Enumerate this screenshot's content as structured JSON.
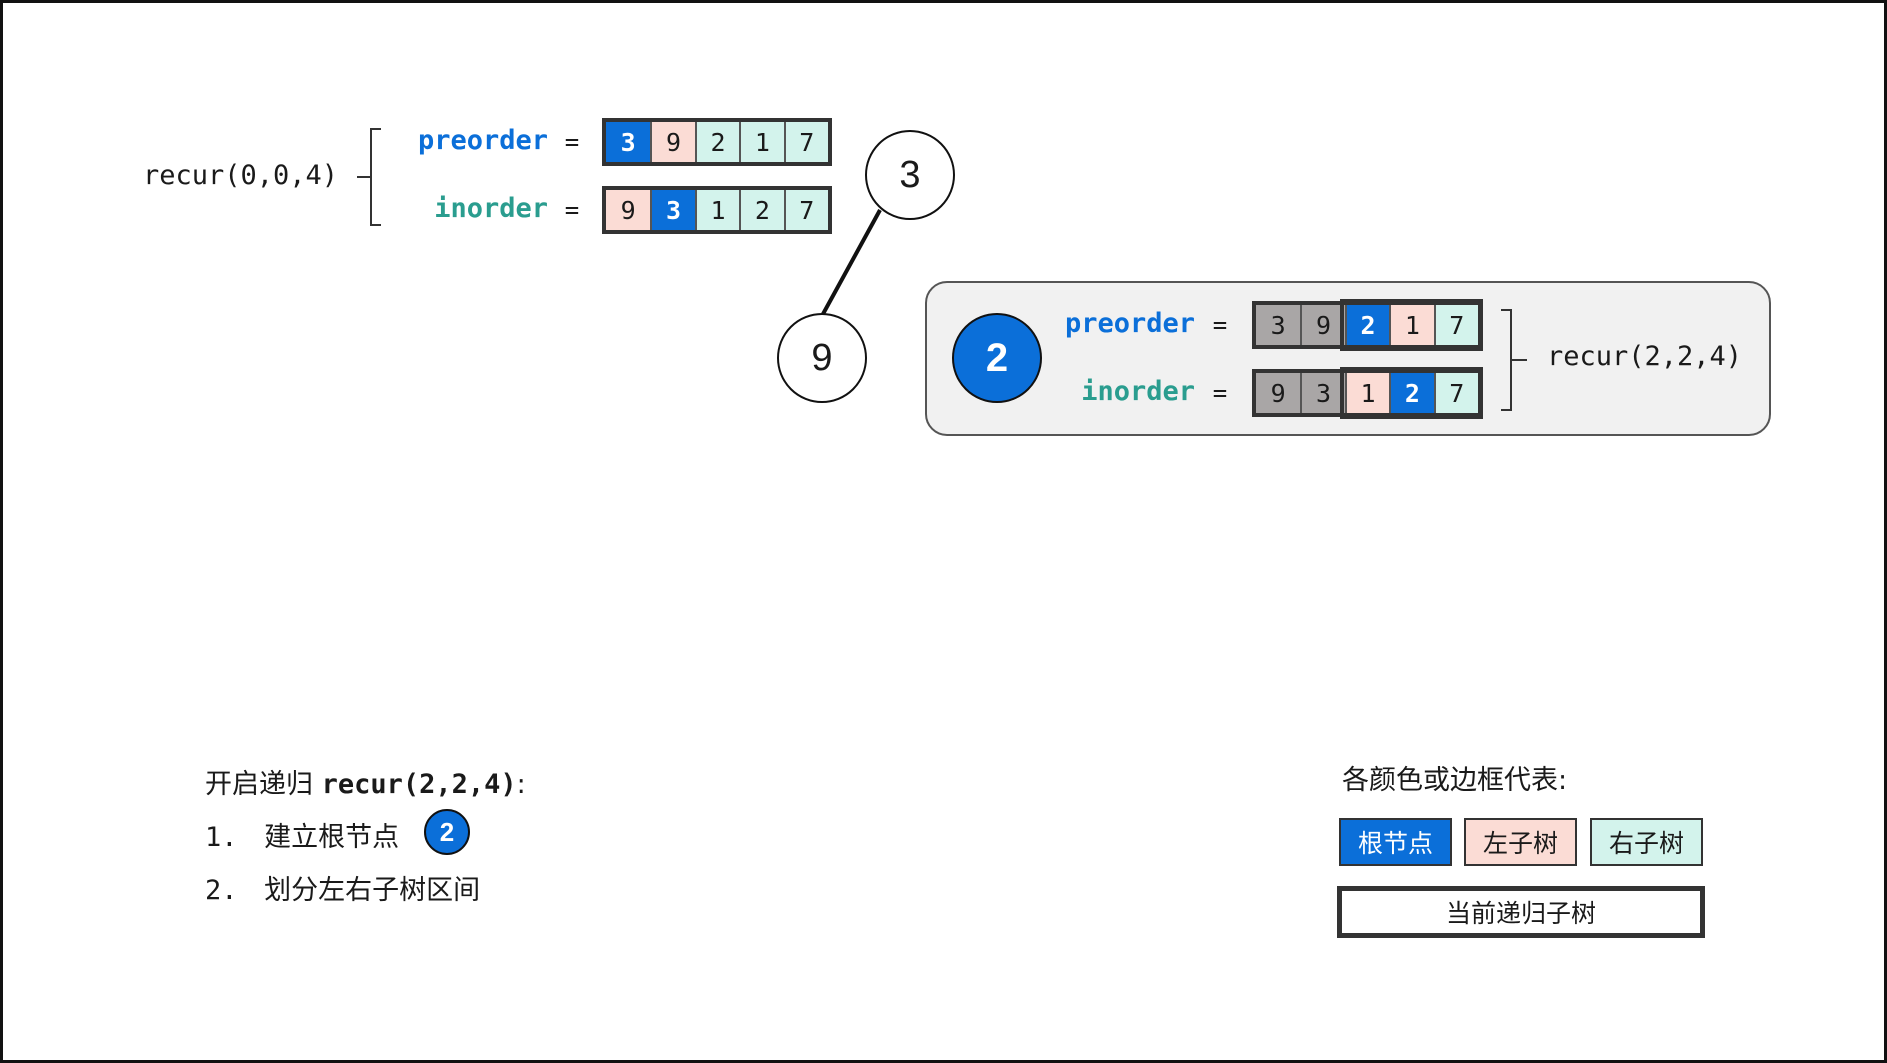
{
  "colors": {
    "root": "#0b6fd9",
    "left_subtree": "#fbdcd5",
    "right_subtree": "#d3f3ec",
    "excluded": "#a9a6a6",
    "preorder_label": "#0b6fd9",
    "inorder_label": "#2a9d8f"
  },
  "top_call": {
    "call": "recur(0,0,4)",
    "preorder_label": "preorder",
    "inorder_label": "inorder",
    "eq": "=",
    "preorder": [
      "3",
      "9",
      "2",
      "1",
      "7"
    ],
    "inorder": [
      "9",
      "3",
      "1",
      "2",
      "7"
    ]
  },
  "tree": {
    "root": "3",
    "left_child": "9"
  },
  "active_call": {
    "call": "recur(2,2,4)",
    "node": "2",
    "preorder_label": "preorder",
    "inorder_label": "inorder",
    "eq": "=",
    "preorder": [
      "3",
      "9",
      "2",
      "1",
      "7"
    ],
    "inorder": [
      "9",
      "3",
      "1",
      "2",
      "7"
    ]
  },
  "steps": {
    "title_prefix": "开启递归 ",
    "title_code": "recur(2,2,4)",
    "title_suffix": ":",
    "step1_num": "1.",
    "step1_text": "建立根节点",
    "step1_node": "2",
    "step2_num": "2.",
    "step2_text": "划分左右子树区间"
  },
  "legend": {
    "title": "各颜色或边框代表:",
    "root": "根节点",
    "left": "左子树",
    "right": "右子树",
    "current": "当前递归子树"
  }
}
